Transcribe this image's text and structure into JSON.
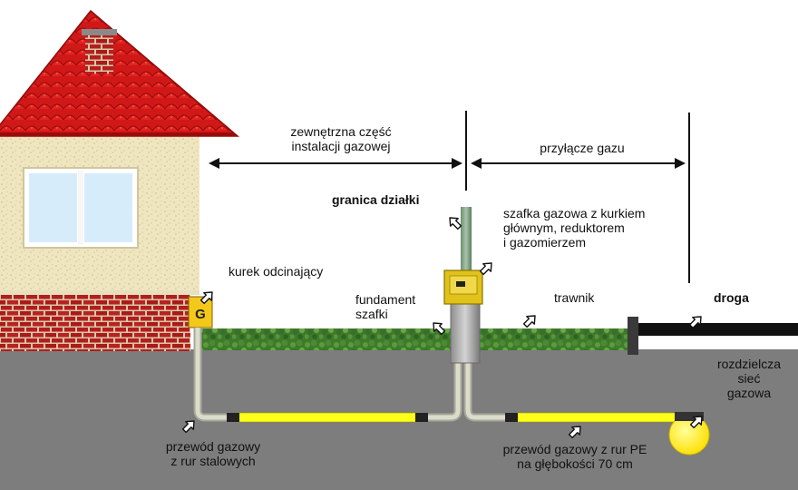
{
  "colors": {
    "sky": "#ffffff",
    "ground": "#7d7d7d",
    "roof": "#d01818",
    "roof_shade": "#9a0c0c",
    "wall": "#efe6c0",
    "brick": "#b21e1e",
    "mortar": "#d9c7a6",
    "grass": "#3f7a2c",
    "steel_pipe": "#c9c9b6",
    "pe_pipe": "#ffff1a",
    "cabinet": "#e0c21a",
    "road": "#111111",
    "main_gas_pipe": "#ffee22",
    "dim_line": "#111111"
  },
  "labels": {
    "external_part": "zewnętrzna część\ninstalacji gazowej",
    "gas_connection": "przyłącze gazu",
    "plot_boundary": "granica działki",
    "gas_cabinet": "szafka gazowa z kurkiem\ngłównym, reduktorem\ni gazomierzem",
    "shutoff_valve": "kurek odcinający",
    "cabinet_foundation": "fundament\nszafki",
    "lawn": "trawnik",
    "road": "droga",
    "distribution_network": "rozdzielcza\nsieć\ngazowa",
    "steel_pipeline": "przewód gazowy\nz rur stalowych",
    "pe_pipeline": "przewód gazowy z rur PE\nna głębokości 70 cm",
    "valve_marker": "G"
  },
  "icons": {
    "pointer": "hollow-arrow-icon",
    "dimension": "double-headed-arrow-icon"
  }
}
